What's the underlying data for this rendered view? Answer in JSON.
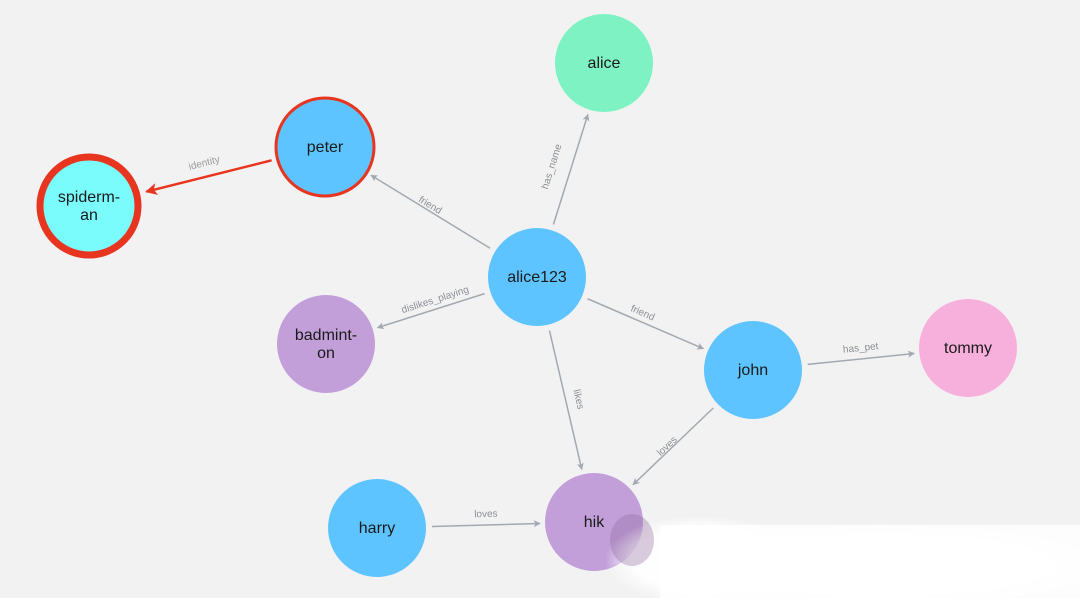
{
  "colors": {
    "background": "#f2f2f3",
    "blue_node": "#5ec4ff",
    "green_node": "#7ff2c4",
    "purple_node": "#c29fd9",
    "pink_node": "#f7b0dc",
    "cyan_node": "#7bfcfc",
    "edge": "#a3a9b1",
    "edge_selected": "#e8351f",
    "highlight_ring": "#e8351f"
  },
  "nodes": [
    {
      "id": "alice123",
      "label": "alice123",
      "color": "blue_node"
    },
    {
      "id": "alice",
      "label": "alice",
      "color": "green_node"
    },
    {
      "id": "peter",
      "label": "peter",
      "color": "blue_node",
      "highlight": "thin"
    },
    {
      "id": "spiderman",
      "label": "spiderm-\nan",
      "color": "cyan_node",
      "highlight": "thick"
    },
    {
      "id": "badminton",
      "label": "badmint-\non",
      "color": "purple_node"
    },
    {
      "id": "john",
      "label": "john",
      "color": "blue_node"
    },
    {
      "id": "tommy",
      "label": "tommy",
      "color": "pink_node"
    },
    {
      "id": "harry",
      "label": "harry",
      "color": "blue_node"
    },
    {
      "id": "hiking",
      "label": "hik",
      "color": "purple_node"
    }
  ],
  "edges": [
    {
      "source": "alice123",
      "target": "alice",
      "label": "has_name"
    },
    {
      "source": "alice123",
      "target": "peter",
      "label": "friend"
    },
    {
      "source": "peter",
      "target": "spiderman",
      "label": "identity",
      "selected": true
    },
    {
      "source": "alice123",
      "target": "badminton",
      "label": "dislikes_playing"
    },
    {
      "source": "alice123",
      "target": "john",
      "label": "friend"
    },
    {
      "source": "john",
      "target": "tommy",
      "label": "has_pet"
    },
    {
      "source": "alice123",
      "target": "hiking",
      "label": "likes"
    },
    {
      "source": "john",
      "target": "hiking",
      "label": "loves"
    },
    {
      "source": "harry",
      "target": "hiking",
      "label": "loves"
    }
  ]
}
